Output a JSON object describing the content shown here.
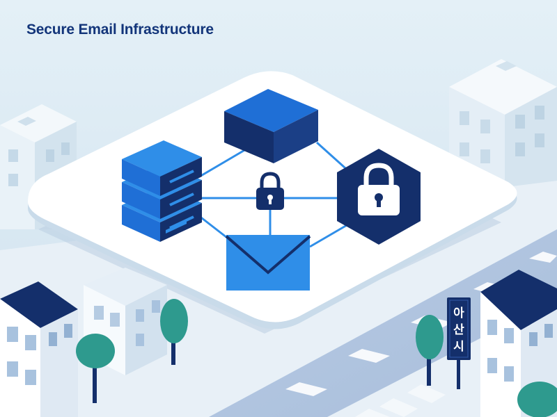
{
  "header": {
    "title": "Secure Email Infrastructure"
  },
  "street_sign": {
    "lines": [
      "아",
      "산",
      "시"
    ]
  },
  "nodes": [
    {
      "id": "server-stack",
      "icon": "server-stack-icon"
    },
    {
      "id": "storage-cube",
      "icon": "cube-icon"
    },
    {
      "id": "center-lock",
      "icon": "lock-icon"
    },
    {
      "id": "security-shield",
      "icon": "hexagon-lock-icon"
    },
    {
      "id": "mail",
      "icon": "envelope-icon"
    }
  ],
  "colors": {
    "navy": "#142f6b",
    "blue": "#1f6fd6",
    "light_blue": "#2f8ee8",
    "tree": "#2e9a8e",
    "background": "#dbeaf3"
  }
}
